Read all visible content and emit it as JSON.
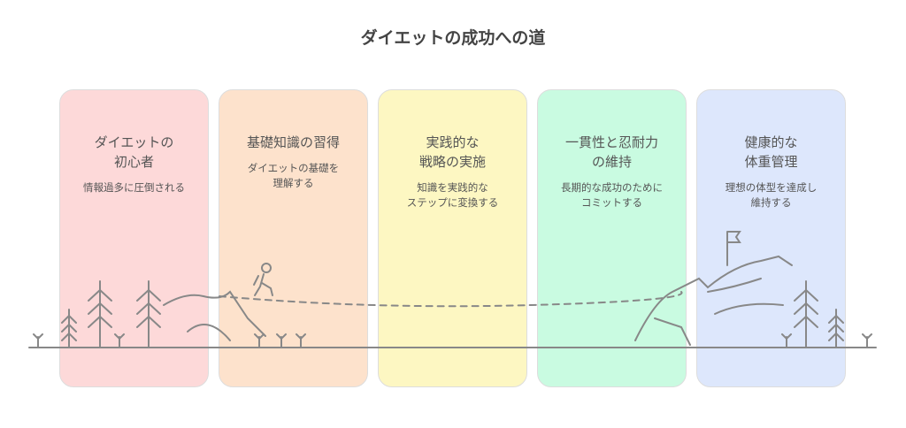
{
  "title": "ダイエットの成功への道",
  "stages": [
    {
      "heading": "ダイエットの\n初心者",
      "description": "情報過多に圧倒される",
      "color": "#fdd9d9"
    },
    {
      "heading": "基礎知識の習得",
      "description": "ダイエットの基礎を\n理解する",
      "color": "#fde2cc"
    },
    {
      "heading": "実践的な\n戦略の実施",
      "description": "知識を実践的な\nステップに変換する",
      "color": "#fdf7c2"
    },
    {
      "heading": "一貫性と忍耐力\nの維持",
      "description": "長期的な成功のために\nコミットする",
      "color": "#c9fbe1"
    },
    {
      "heading": "健康的な\n体重管理",
      "description": "理想の体型を達成し\n維持する",
      "color": "#dde7fc"
    }
  ]
}
